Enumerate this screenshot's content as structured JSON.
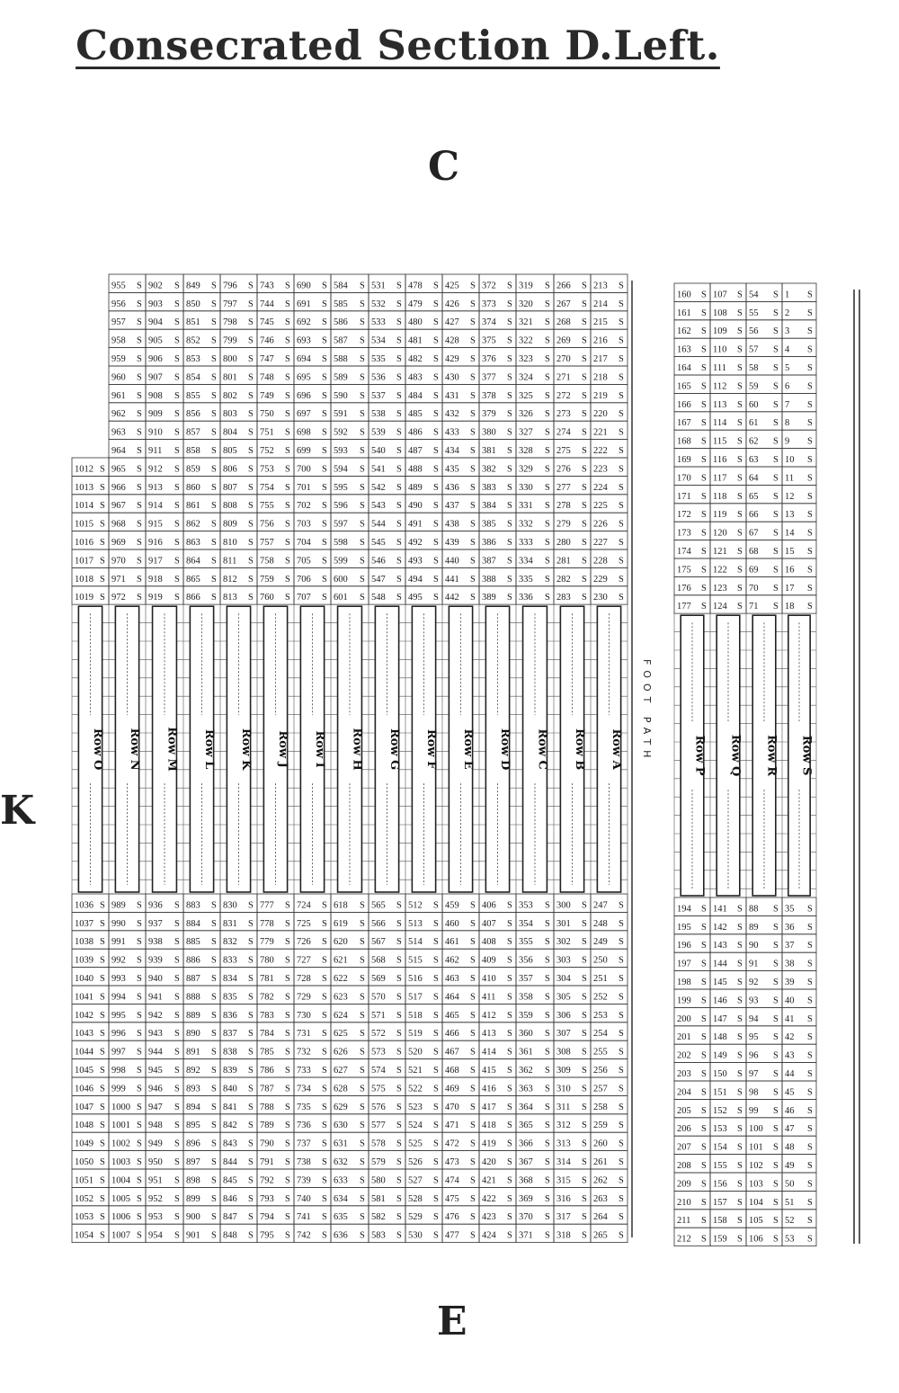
{
  "title": "Consecrated Section D.Left.",
  "compass": {
    "north": "C",
    "west": "K",
    "south": "E"
  },
  "footpath_label": "FOOT PATH",
  "plot_suffix": "S",
  "left_block": {
    "top_rows": [
      [
        "",
        "955",
        "902",
        "849",
        "796",
        "743",
        "690",
        "584",
        "531",
        "478",
        "425",
        "372",
        "319",
        "266",
        "213"
      ],
      [
        "",
        "956",
        "903",
        "850",
        "797",
        "744",
        "691",
        "585",
        "532",
        "479",
        "426",
        "373",
        "320",
        "267",
        "214"
      ],
      [
        "",
        "957",
        "904",
        "851",
        "798",
        "745",
        "692",
        "586",
        "533",
        "480",
        "427",
        "374",
        "321",
        "268",
        "215"
      ],
      [
        "",
        "958",
        "905",
        "852",
        "799",
        "746",
        "693",
        "587",
        "534",
        "481",
        "428",
        "375",
        "322",
        "269",
        "216"
      ],
      [
        "",
        "959",
        "906",
        "853",
        "800",
        "747",
        "694",
        "588",
        "535",
        "482",
        "429",
        "376",
        "323",
        "270",
        "217"
      ],
      [
        "",
        "960",
        "907",
        "854",
        "801",
        "748",
        "695",
        "589",
        "536",
        "483",
        "430",
        "377",
        "324",
        "271",
        "218"
      ],
      [
        "",
        "961",
        "908",
        "855",
        "802",
        "749",
        "696",
        "590",
        "537",
        "484",
        "431",
        "378",
        "325",
        "272",
        "219"
      ],
      [
        "",
        "962",
        "909",
        "856",
        "803",
        "750",
        "697",
        "591",
        "538",
        "485",
        "432",
        "379",
        "326",
        "273",
        "220"
      ],
      [
        "",
        "963",
        "910",
        "857",
        "804",
        "751",
        "698",
        "592",
        "539",
        "486",
        "433",
        "380",
        "327",
        "274",
        "221"
      ],
      [
        "",
        "964",
        "911",
        "858",
        "805",
        "752",
        "699",
        "593",
        "540",
        "487",
        "434",
        "381",
        "328",
        "275",
        "222"
      ],
      [
        "1012",
        "965",
        "912",
        "859",
        "806",
        "753",
        "700",
        "594",
        "541",
        "488",
        "435",
        "382",
        "329",
        "276",
        "223"
      ],
      [
        "1013",
        "966",
        "913",
        "860",
        "807",
        "754",
        "701",
        "595",
        "542",
        "489",
        "436",
        "383",
        "330",
        "277",
        "224"
      ],
      [
        "1014",
        "967",
        "914",
        "861",
        "808",
        "755",
        "702",
        "596",
        "543",
        "490",
        "437",
        "384",
        "331",
        "278",
        "225"
      ],
      [
        "1015",
        "968",
        "915",
        "862",
        "809",
        "756",
        "703",
        "597",
        "544",
        "491",
        "438",
        "385",
        "332",
        "279",
        "226"
      ],
      [
        "1016",
        "969",
        "916",
        "863",
        "810",
        "757",
        "704",
        "598",
        "545",
        "492",
        "439",
        "386",
        "333",
        "280",
        "227"
      ],
      [
        "1017",
        "970",
        "917",
        "864",
        "811",
        "758",
        "705",
        "599",
        "546",
        "493",
        "440",
        "387",
        "334",
        "281",
        "228"
      ],
      [
        "1018",
        "971",
        "918",
        "865",
        "812",
        "759",
        "706",
        "600",
        "547",
        "494",
        "441",
        "388",
        "335",
        "282",
        "229"
      ],
      [
        "1019",
        "972",
        "919",
        "866",
        "813",
        "760",
        "707",
        "601",
        "548",
        "495",
        "442",
        "389",
        "336",
        "283",
        "230"
      ]
    ],
    "bottom_rows": [
      [
        "1036",
        "989",
        "936",
        "883",
        "830",
        "777",
        "724",
        "618",
        "565",
        "512",
        "459",
        "406",
        "353",
        "300",
        "247"
      ],
      [
        "1037",
        "990",
        "937",
        "884",
        "831",
        "778",
        "725",
        "619",
        "566",
        "513",
        "460",
        "407",
        "354",
        "301",
        "248"
      ],
      [
        "1038",
        "991",
        "938",
        "885",
        "832",
        "779",
        "726",
        "620",
        "567",
        "514",
        "461",
        "408",
        "355",
        "302",
        "249"
      ],
      [
        "1039",
        "992",
        "939",
        "886",
        "833",
        "780",
        "727",
        "621",
        "568",
        "515",
        "462",
        "409",
        "356",
        "303",
        "250"
      ],
      [
        "1040",
        "993",
        "940",
        "887",
        "834",
        "781",
        "728",
        "622",
        "569",
        "516",
        "463",
        "410",
        "357",
        "304",
        "251"
      ],
      [
        "1041",
        "994",
        "941",
        "888",
        "835",
        "782",
        "729",
        "623",
        "570",
        "517",
        "464",
        "411",
        "358",
        "305",
        "252"
      ],
      [
        "1042",
        "995",
        "942",
        "889",
        "836",
        "783",
        "730",
        "624",
        "571",
        "518",
        "465",
        "412",
        "359",
        "306",
        "253"
      ],
      [
        "1043",
        "996",
        "943",
        "890",
        "837",
        "784",
        "731",
        "625",
        "572",
        "519",
        "466",
        "413",
        "360",
        "307",
        "254"
      ],
      [
        "1044",
        "997",
        "944",
        "891",
        "838",
        "785",
        "732",
        "626",
        "573",
        "520",
        "467",
        "414",
        "361",
        "308",
        "255"
      ],
      [
        "1045",
        "998",
        "945",
        "892",
        "839",
        "786",
        "733",
        "627",
        "574",
        "521",
        "468",
        "415",
        "362",
        "309",
        "256"
      ],
      [
        "1046",
        "999",
        "946",
        "893",
        "840",
        "787",
        "734",
        "628",
        "575",
        "522",
        "469",
        "416",
        "363",
        "310",
        "257"
      ],
      [
        "1047",
        "1000",
        "947",
        "894",
        "841",
        "788",
        "735",
        "629",
        "576",
        "523",
        "470",
        "417",
        "364",
        "311",
        "258"
      ],
      [
        "1048",
        "1001",
        "948",
        "895",
        "842",
        "789",
        "736",
        "630",
        "577",
        "524",
        "471",
        "418",
        "365",
        "312",
        "259"
      ],
      [
        "1049",
        "1002",
        "949",
        "896",
        "843",
        "790",
        "737",
        "631",
        "578",
        "525",
        "472",
        "419",
        "366",
        "313",
        "260"
      ],
      [
        "1050",
        "1003",
        "950",
        "897",
        "844",
        "791",
        "738",
        "632",
        "579",
        "526",
        "473",
        "420",
        "367",
        "314",
        "261"
      ],
      [
        "1051",
        "1004",
        "951",
        "898",
        "845",
        "792",
        "739",
        "633",
        "580",
        "527",
        "474",
        "421",
        "368",
        "315",
        "262"
      ],
      [
        "1052",
        "1005",
        "952",
        "899",
        "846",
        "793",
        "740",
        "634",
        "581",
        "528",
        "475",
        "422",
        "369",
        "316",
        "263"
      ],
      [
        "1053",
        "1006",
        "953",
        "900",
        "847",
        "794",
        "741",
        "635",
        "582",
        "529",
        "476",
        "423",
        "370",
        "317",
        "264"
      ],
      [
        "1054",
        "1007",
        "954",
        "901",
        "848",
        "795",
        "742",
        "636",
        "583",
        "530",
        "477",
        "424",
        "371",
        "318",
        "265"
      ]
    ],
    "rows": [
      "Row O",
      "Row N",
      "Row M",
      "Row L",
      "Row K",
      "Row J",
      "Row I",
      "Row H",
      "Row G",
      "Row F",
      "Row E",
      "Row D",
      "Row C",
      "Row B",
      "Row A"
    ]
  },
  "right_block": {
    "top_rows": [
      [
        "160",
        "107",
        "54",
        "1"
      ],
      [
        "161",
        "108",
        "55",
        "2"
      ],
      [
        "162",
        "109",
        "56",
        "3"
      ],
      [
        "163",
        "110",
        "57",
        "4"
      ],
      [
        "164",
        "111",
        "58",
        "5"
      ],
      [
        "165",
        "112",
        "59",
        "6"
      ],
      [
        "166",
        "113",
        "60",
        "7"
      ],
      [
        "167",
        "114",
        "61",
        "8"
      ],
      [
        "168",
        "115",
        "62",
        "9"
      ],
      [
        "169",
        "116",
        "63",
        "10"
      ],
      [
        "170",
        "117",
        "64",
        "11"
      ],
      [
        "171",
        "118",
        "65",
        "12"
      ],
      [
        "172",
        "119",
        "66",
        "13"
      ],
      [
        "173",
        "120",
        "67",
        "14"
      ],
      [
        "174",
        "121",
        "68",
        "15"
      ],
      [
        "175",
        "122",
        "69",
        "16"
      ],
      [
        "176",
        "123",
        "70",
        "17"
      ],
      [
        "177",
        "124",
        "71",
        "18"
      ]
    ],
    "bottom_rows": [
      [
        "194",
        "141",
        "88",
        "35"
      ],
      [
        "195",
        "142",
        "89",
        "36"
      ],
      [
        "196",
        "143",
        "90",
        "37"
      ],
      [
        "197",
        "144",
        "91",
        "38"
      ],
      [
        "198",
        "145",
        "92",
        "39"
      ],
      [
        "199",
        "146",
        "93",
        "40"
      ],
      [
        "200",
        "147",
        "94",
        "41"
      ],
      [
        "201",
        "148",
        "95",
        "42"
      ],
      [
        "202",
        "149",
        "96",
        "43"
      ],
      [
        "203",
        "150",
        "97",
        "44"
      ],
      [
        "204",
        "151",
        "98",
        "45"
      ],
      [
        "205",
        "152",
        "99",
        "46"
      ],
      [
        "206",
        "153",
        "100",
        "47"
      ],
      [
        "207",
        "154",
        "101",
        "48"
      ],
      [
        "208",
        "155",
        "102",
        "49"
      ],
      [
        "209",
        "156",
        "103",
        "50"
      ],
      [
        "210",
        "157",
        "104",
        "51"
      ],
      [
        "211",
        "158",
        "105",
        "52"
      ],
      [
        "212",
        "159",
        "106",
        "53"
      ]
    ],
    "rows": [
      "Row P",
      "Row Q",
      "Row R",
      "Row S"
    ]
  }
}
